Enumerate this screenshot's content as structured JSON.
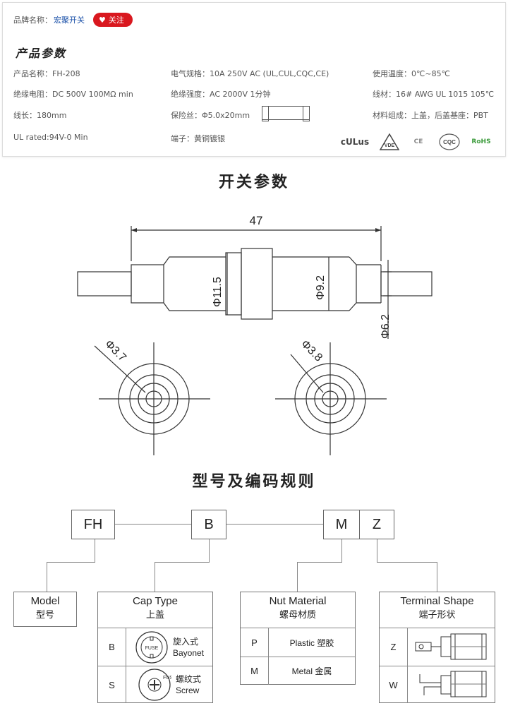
{
  "brand": {
    "label": "品牌名称：",
    "value": "宏聚开关",
    "follow": "关注"
  },
  "params_title": "产品参数",
  "specs": {
    "model": "产品名称：FH-208",
    "rating": "电气规格：10A  250V  AC (UL,CUL,CQC,CE)",
    "temp": "使用温度：0℃~85℃",
    "insulation": "绝缘电阻：DC 500V 100MΩ min",
    "withstand": "绝缘强度：AC 2000V 1分钟",
    "wire": "线材：16# AWG   UL 1015  105℃",
    "length": "线长：180mm",
    "fuse": "保险丝：Φ5.0x20mm",
    "material": "材料组成：上盖，后盖基座：PBT",
    "ul": "UL rated:94V-0 Min",
    "terminal": "端子：黄铜镀银"
  },
  "certs": [
    "cULus",
    "VDE",
    "CE",
    "CQC",
    "RoHS"
  ],
  "switch_title": "开关参数",
  "dims": {
    "length": "47",
    "d1": "Φ11.5",
    "d2": "Φ9.2",
    "d3": "Φ6.2",
    "d4": "Φ3.7",
    "d5": "Φ3.8"
  },
  "coding_title": "型号及编码规则",
  "codes": [
    "FH",
    "B",
    "M",
    "Z"
  ],
  "tables": {
    "model": {
      "en": "Model",
      "cn": "型号"
    },
    "cap": {
      "en": "Cap Type",
      "cn": "上盖",
      "rows": [
        {
          "key": "B",
          "cn": "旋入式",
          "en": "Bayonet"
        },
        {
          "key": "S",
          "cn": "螺纹式",
          "en": "Screw"
        }
      ]
    },
    "nut": {
      "en": "Nut Material",
      "cn": "螺母材质",
      "rows": [
        {
          "key": "P",
          "val": "Plastic 塑胶"
        },
        {
          "key": "M",
          "val": "Metal 金属"
        }
      ]
    },
    "terminal": {
      "en": "Terminal Shape",
      "cn": "端子形状",
      "rows": [
        {
          "key": "Z"
        },
        {
          "key": "W"
        }
      ]
    }
  },
  "colors": {
    "follow_bg": "#d9181f",
    "brand_link": "#1a50a8"
  }
}
